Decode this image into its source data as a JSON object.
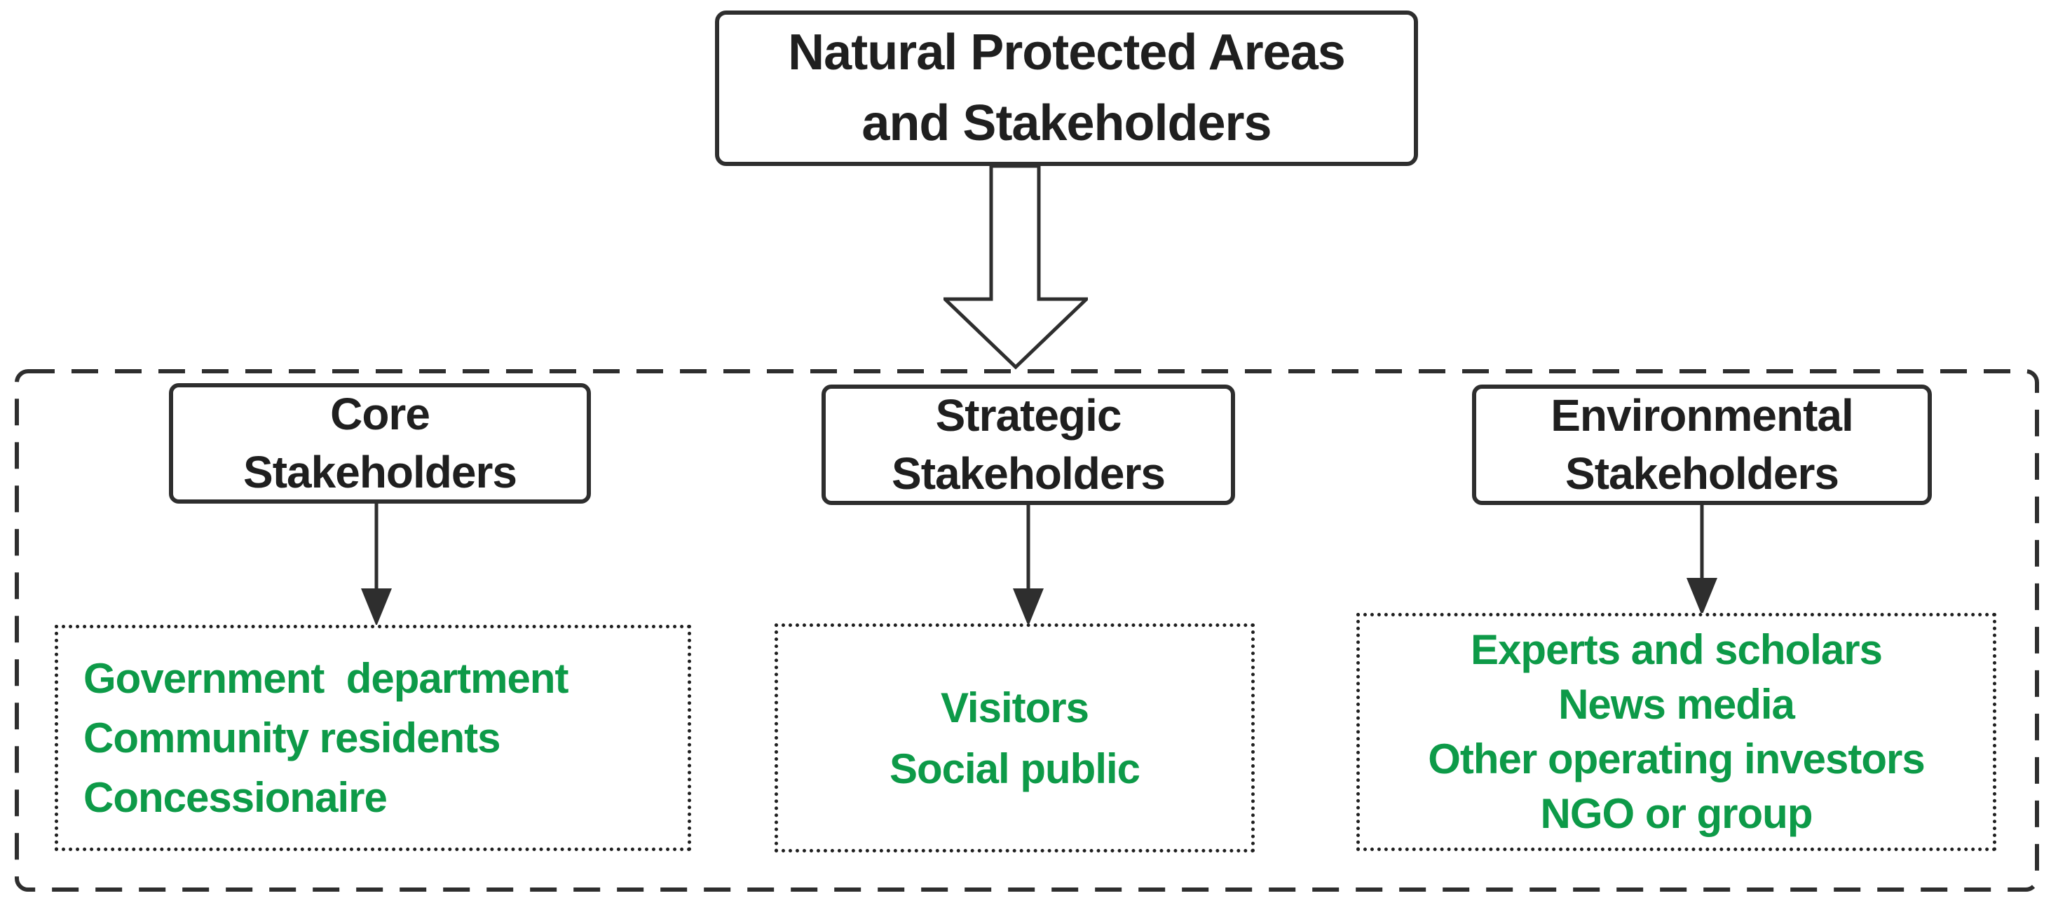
{
  "diagram": {
    "title": {
      "line1": "Natural Protected Areas",
      "line2": "and Stakeholders"
    },
    "groups": [
      {
        "id": "core",
        "header": {
          "line1": "Core",
          "line2": "Stakeholders"
        },
        "items": [
          "Government  department",
          "Community residents",
          "Concessionaire"
        ]
      },
      {
        "id": "strategic",
        "header": {
          "line1": "Strategic",
          "line2": "Stakeholders"
        },
        "items": [
          "Visitors",
          "Social public"
        ]
      },
      {
        "id": "environmental",
        "header": {
          "line1": "Environmental",
          "line2": "Stakeholders"
        },
        "items": [
          "Experts and scholars",
          "News media",
          "Other operating investors",
          "NGO or group"
        ]
      }
    ],
    "colors": {
      "item_text_green": "#0d9a48",
      "line_and_text_dark": "#2e2e2e",
      "background": "#ffffff"
    }
  }
}
